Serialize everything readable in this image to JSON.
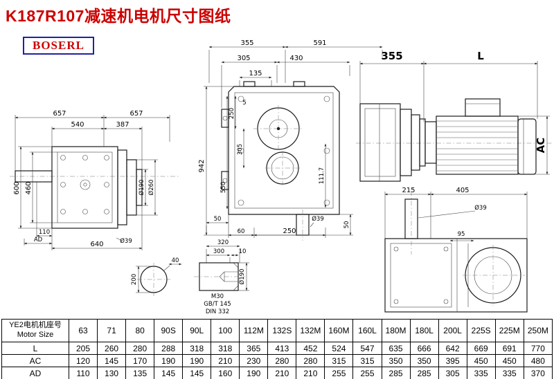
{
  "title": "K187R107减速机电机尺寸图纸",
  "logo": "BOSERL",
  "colors": {
    "title_red": "#cc0000",
    "logo_border_blue": "#2020a0",
    "logo_text_red": "#cc0000",
    "line_black": "#1a1a1a"
  },
  "dims": {
    "left": {
      "top1": "657",
      "top2": "657",
      "mid1": "540",
      "mid2": "387",
      "h600": "600",
      "h460": "460",
      "b110": "110",
      "ad": "AD",
      "b640": "640",
      "d39": "Ø39",
      "d190": "Ø190",
      "d260": "Ø260"
    },
    "front": {
      "t355": "355",
      "t591": "591",
      "t305": "305",
      "t430": "430",
      "t135": "135",
      "h942": "942",
      "i250": "250",
      "i5": "5",
      "i305": "305",
      "i550": "550",
      "i1117": "111.7",
      "b50": "50",
      "b60": "60",
      "b250": "250",
      "d39": "Ø39",
      "r50": "50"
    },
    "motor": {
      "d355": "355",
      "len": "L",
      "ac": "AC"
    },
    "top": {
      "d215": "215",
      "d405": "405",
      "d39": "Ø39",
      "d95": "95"
    },
    "detail": {
      "c40": "40",
      "c200": "200",
      "s320": "320",
      "s300": "300",
      "s10": "10",
      "m30": "M30",
      "gbt": "GB/T 145",
      "din": "DIN 332",
      "d190": "Ø190"
    }
  },
  "table": {
    "header_cn": "YE2电机机座号",
    "header_en": "Motor Size",
    "sizes": [
      "63",
      "71",
      "80",
      "90S",
      "90L",
      "100",
      "112M",
      "132S",
      "132M",
      "160M",
      "160L",
      "180M",
      "180L",
      "200L",
      "225S",
      "225M",
      "250M"
    ],
    "rows": [
      {
        "label": "L",
        "values": [
          "205",
          "260",
          "280",
          "288",
          "318",
          "318",
          "365",
          "413",
          "452",
          "524",
          "547",
          "635",
          "666",
          "642",
          "669",
          "691",
          "770"
        ]
      },
      {
        "label": "AC",
        "values": [
          "120",
          "145",
          "170",
          "190",
          "190",
          "210",
          "230",
          "280",
          "280",
          "315",
          "315",
          "350",
          "350",
          "395",
          "450",
          "450",
          "480"
        ]
      },
      {
        "label": "AD",
        "values": [
          "110",
          "130",
          "135",
          "145",
          "145",
          "160",
          "190",
          "210",
          "210",
          "255",
          "255",
          "285",
          "285",
          "305",
          "335",
          "335",
          "370"
        ]
      }
    ]
  }
}
